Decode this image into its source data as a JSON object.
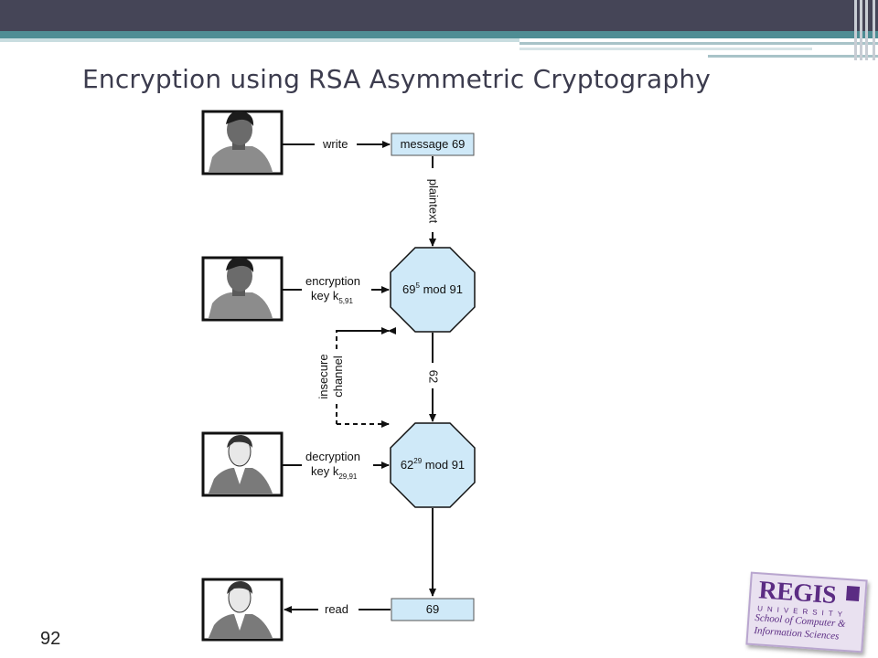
{
  "slide": {
    "title": "Encryption using RSA Asymmetric Cryptography",
    "page_number": "92"
  },
  "diagram": {
    "write_label": "write",
    "message_box": "message 69",
    "plaintext_label": "plaintext",
    "encryption_label_line1": "encryption",
    "encryption_label_line2": "key k",
    "encryption_key_subscript": "5,91",
    "encrypt_node_base": "69",
    "encrypt_node_exponent": "5",
    "encrypt_node_rest": " mod 91",
    "insecure_line1": "insecure",
    "insecure_line2": "channel",
    "ciphertext_label": "62",
    "decryption_label_line1": "decryption",
    "decryption_label_line2": "key k",
    "decryption_key_subscript": "29,91",
    "decrypt_node_base": "62",
    "decrypt_node_exponent": "29",
    "decrypt_node_rest": " mod 91",
    "read_label": "read",
    "result_box": "69"
  },
  "logo": {
    "name": "REGIS",
    "university": "UNIVERSITY",
    "school_line1": "School of Computer &",
    "school_line2": "Information Sciences"
  },
  "colors": {
    "node_fill": "#cfe9f8",
    "header_dark": "#454557",
    "header_teal": "#4f8d94",
    "title_color": "#3c3c4e"
  }
}
